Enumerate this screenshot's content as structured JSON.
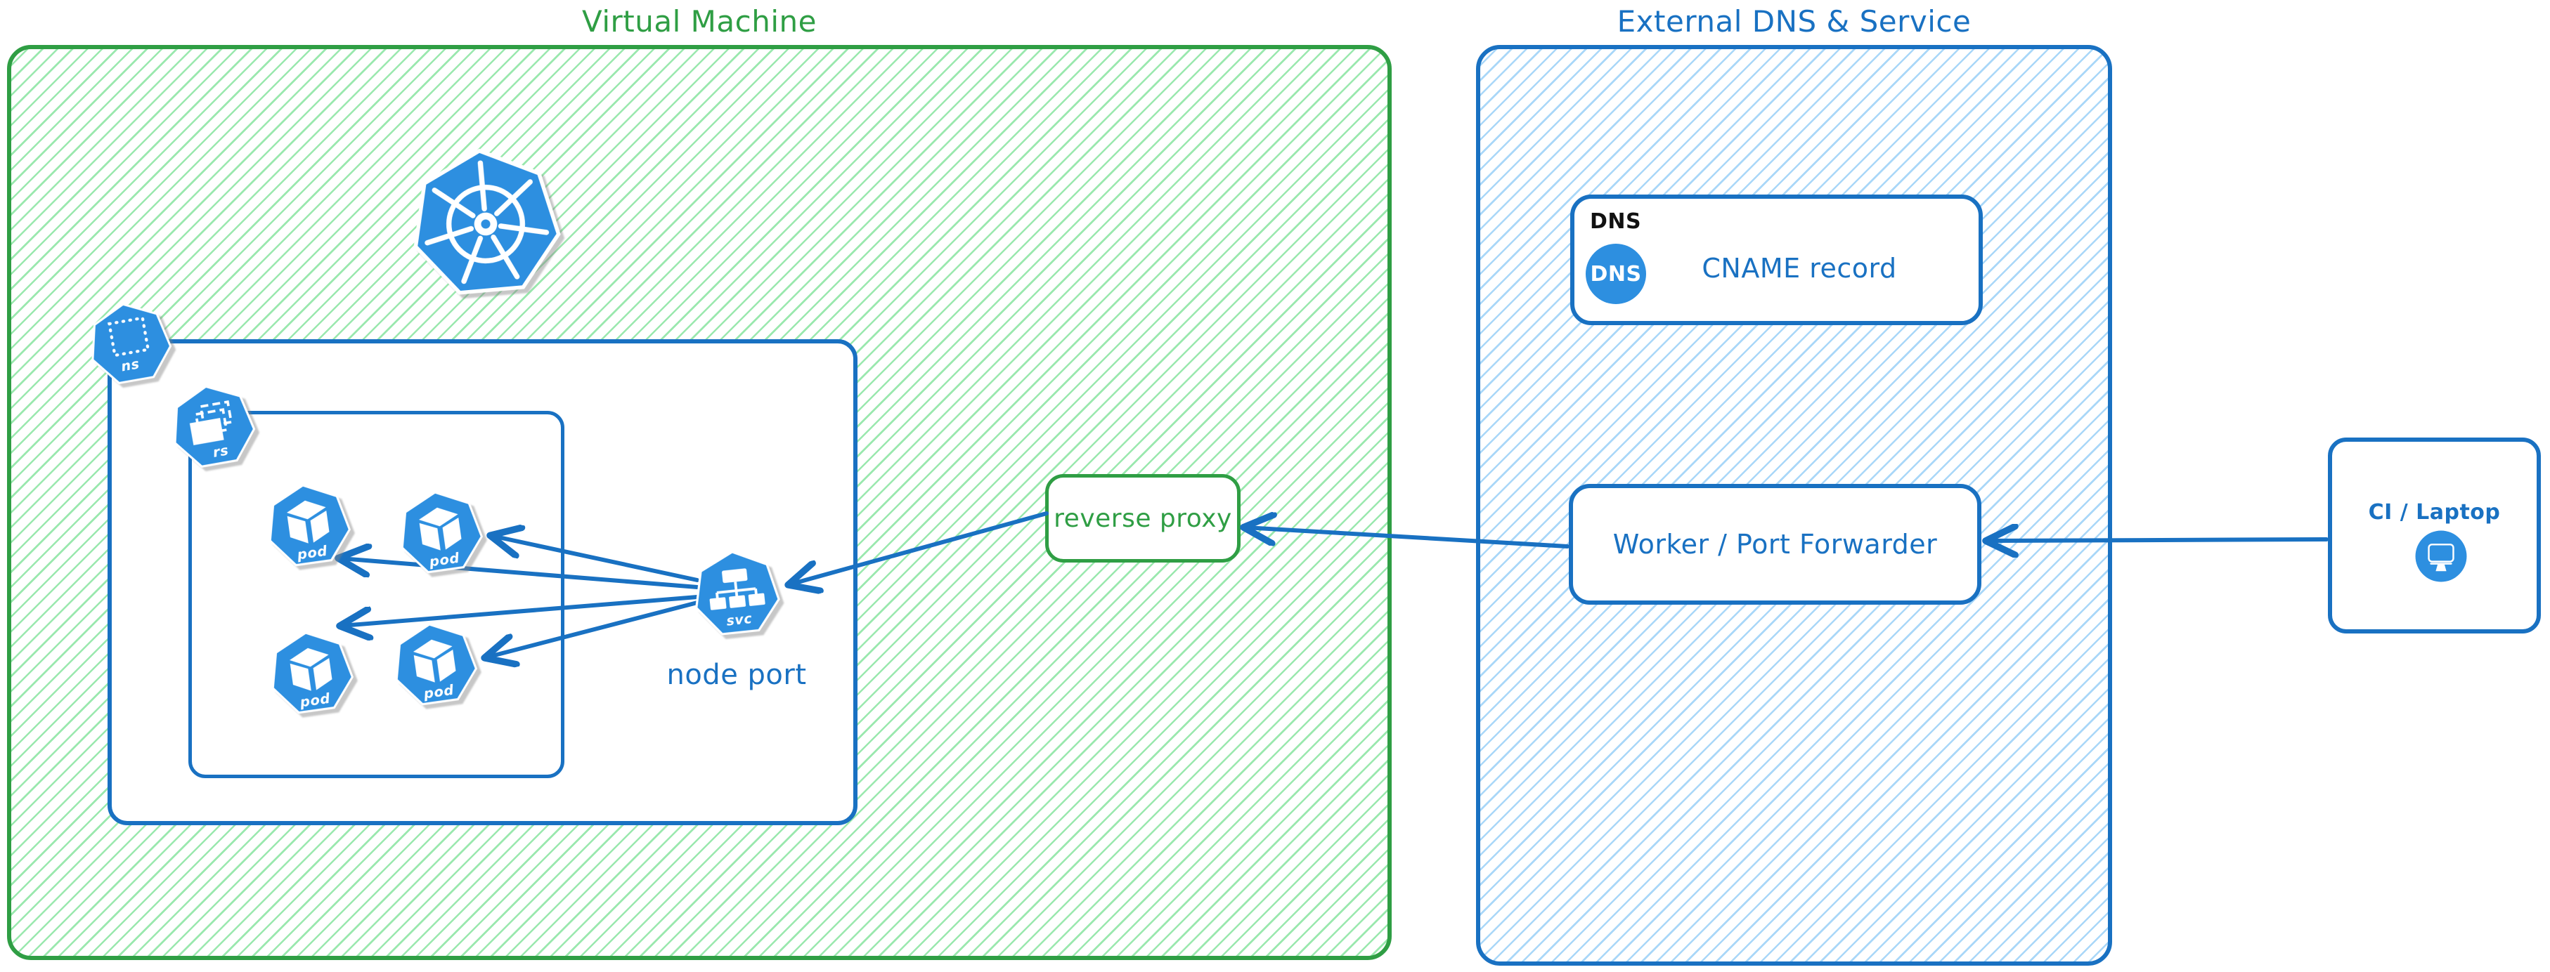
{
  "diagram": {
    "groups": {
      "vm": {
        "title": "Virtual Machine"
      },
      "external": {
        "title": "External DNS & Service"
      }
    },
    "nodes": {
      "kubernetes_logo": {
        "icon": "kubernetes-logo"
      },
      "namespace": {
        "icon_label": "ns"
      },
      "replicaset": {
        "icon_label": "rs"
      },
      "pod": {
        "icon_label": "pod"
      },
      "service": {
        "icon_label": "svc",
        "caption": "node port"
      },
      "reverse_proxy": {
        "label": "reverse proxy"
      },
      "dns": {
        "group_label": "DNS",
        "badge_label": "DNS",
        "record_label": "CNAME record"
      },
      "worker": {
        "label": "Worker / Port Forwarder"
      },
      "ci": {
        "label": "CI / Laptop",
        "icon": "monitor-icon"
      }
    },
    "connections": [
      {
        "from": "service",
        "to": "pod-1"
      },
      {
        "from": "service",
        "to": "pod-2"
      },
      {
        "from": "service",
        "to": "pod-3"
      },
      {
        "from": "service",
        "to": "pod-4"
      },
      {
        "from": "reverse-proxy",
        "to": "service"
      },
      {
        "from": "worker-port-forwarder",
        "to": "reverse-proxy"
      },
      {
        "from": "ci-laptop",
        "to": "worker-port-forwarder"
      }
    ],
    "colors": {
      "green_stroke": "#2f9e44",
      "green_hatch": "#9ae8ae",
      "blue_stroke": "#1971c2",
      "blue_hatch": "#a9d7f8",
      "icon_fill": "#2d8fe0",
      "dns_label_black": "#111111"
    }
  }
}
